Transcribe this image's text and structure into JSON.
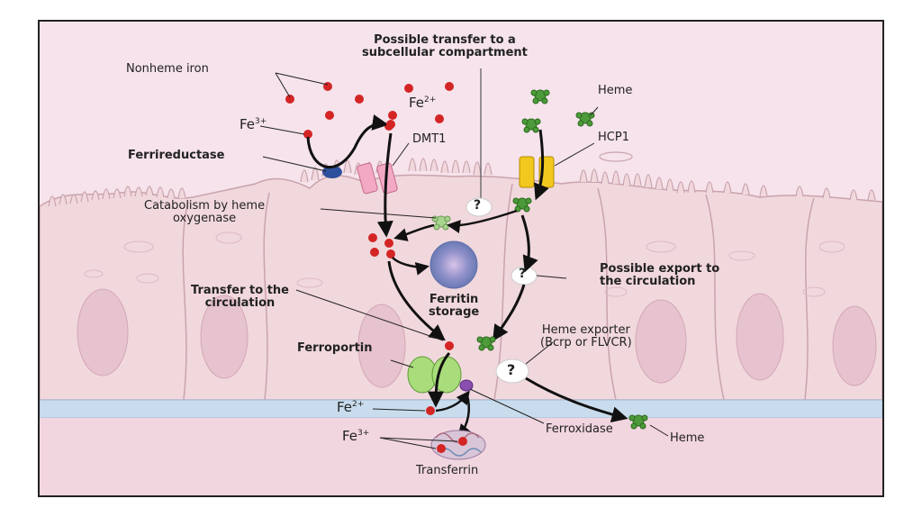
{
  "labels": {
    "compartment_title": "Possible transfer to a\nsubcellular compartment",
    "nonheme_iron": "Nonheme iron",
    "fe3_top": "Fe",
    "fe3_top_sup": "3+",
    "fe2_top": "Fe",
    "fe2_top_sup": "2+",
    "dmt1": "DMT1",
    "ferrireductase": "Ferrireductase",
    "heme_top": "Heme",
    "hcp1": "HCP1",
    "catabolism": "Catabolism by heme\noxygenase",
    "ferritin": "Ferritin\nstorage",
    "transfer_circulation": "Transfer to the\ncirculation",
    "possible_export": "Possible export to\nthe circulation",
    "heme_exporter": "Heme exporter\n(Bcrp or FLVCR)",
    "ferroportin": "Ferroportin",
    "fe2_bottom": "Fe",
    "fe2_bottom_sup": "2+",
    "fe3_bottom": "Fe",
    "fe3_bottom_sup": "3+",
    "ferroxidase": "Ferroxidase",
    "heme_bottom": "Heme",
    "transferrin": "Transferrin",
    "question_mark": "?"
  },
  "colors": {
    "background": "#f6e3ec",
    "cell": "#f1d8dd",
    "cell_edge": "#c9a3ad",
    "blood": "#c9dced",
    "iron": "#d42525",
    "heme": "#4d9a3a",
    "dmt1": "#f3a9c4",
    "hcp1": "#f3c81e",
    "ferroportin": "#a9dc7a",
    "ferrireductase": "#2e4f9c",
    "ferroxidase": "#8a4fb0"
  }
}
